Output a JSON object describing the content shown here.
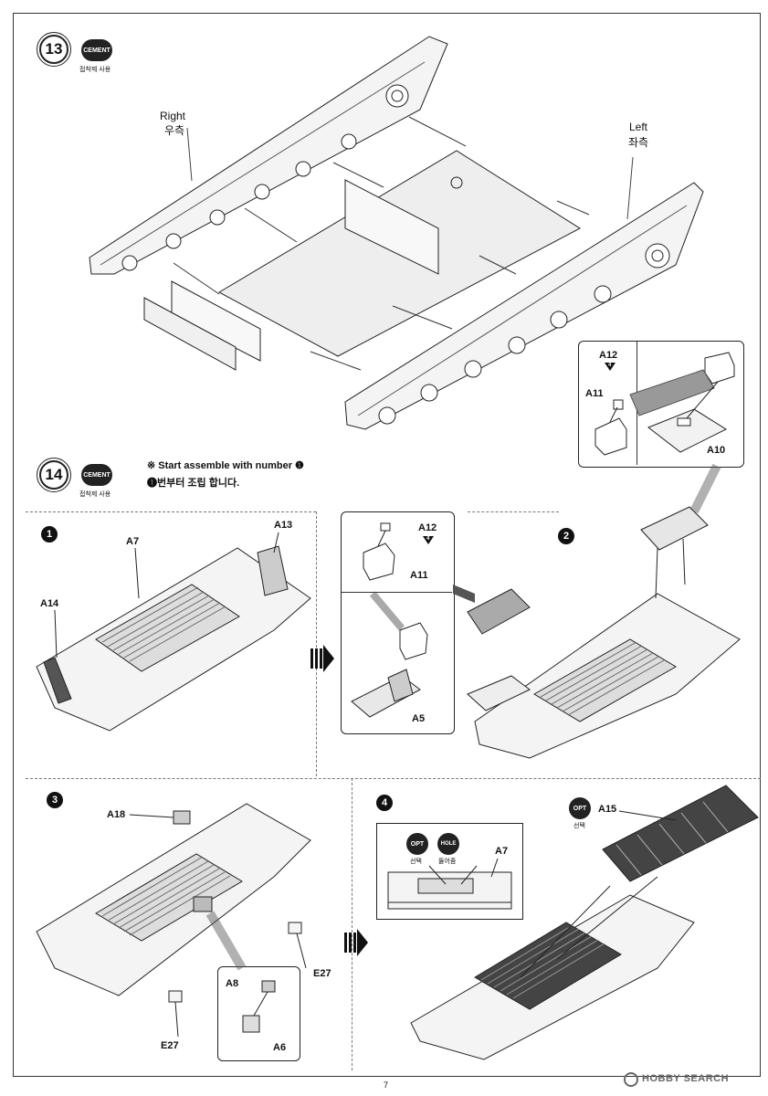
{
  "step13": {
    "number": "13",
    "badge_label": "CEMENT",
    "badge_sub": "접착제 사용",
    "right_label_en": "Right",
    "right_label_ko": "우측",
    "left_label_en": "Left",
    "left_label_ko": "좌측",
    "inset": {
      "part_a12": "A12",
      "part_a12_qty": "4",
      "part_a11": "A11",
      "part_a10": "A10"
    }
  },
  "step14": {
    "number": "14",
    "badge_label": "CEMENT",
    "badge_sub": "접착제 사용",
    "note_en": "※ Start assemble with number ❶",
    "note_ko": "❶번부터 조립 합니다.",
    "sub1": {
      "num": "1",
      "a13": "A13",
      "a7": "A7",
      "a14": "A14"
    },
    "detail": {
      "a12": "A12",
      "a12_qty": "4",
      "a11": "A11",
      "a5": "A5"
    },
    "sub2": {
      "num": "2"
    },
    "sub3": {
      "num": "3",
      "a18": "A18",
      "e27_right": "E27",
      "e27_left": "E27",
      "a8": "A8",
      "a6": "A6"
    },
    "sub4": {
      "num": "4",
      "opt_label": "OPT",
      "opt_sub": "선택",
      "hole_label": "HOLE",
      "hole_sub": "뚫어줌",
      "a7": "A7",
      "a15": "A15",
      "opt2_label": "OPT",
      "opt2_sub": "선택"
    }
  },
  "footer": {
    "page": "7",
    "watermark": "HOBBY SEARCH"
  }
}
